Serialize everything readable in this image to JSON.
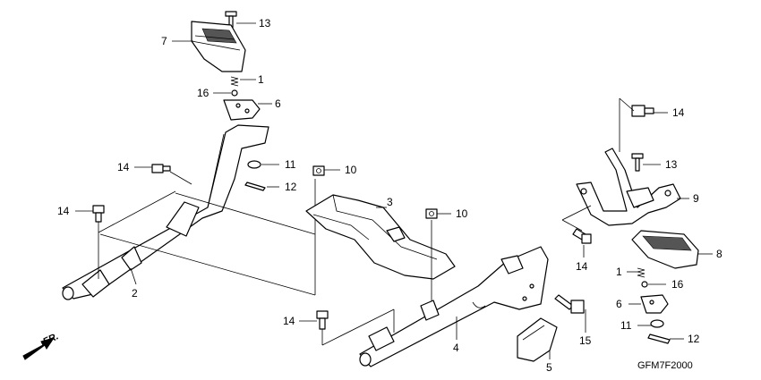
{
  "diagram": {
    "code": "GFM7F2000",
    "direction_label": "FR.",
    "callouts": [
      {
        "id": "c13a",
        "label": "13"
      },
      {
        "id": "c7",
        "label": "7"
      },
      {
        "id": "c1a",
        "label": "1"
      },
      {
        "id": "c16a",
        "label": "16"
      },
      {
        "id": "c6a",
        "label": "6"
      },
      {
        "id": "c14a",
        "label": "14"
      },
      {
        "id": "c11a",
        "label": "11"
      },
      {
        "id": "c12a",
        "label": "12"
      },
      {
        "id": "c14b",
        "label": "14"
      },
      {
        "id": "c2",
        "label": "2"
      },
      {
        "id": "c10a",
        "label": "10"
      },
      {
        "id": "c3",
        "label": "3"
      },
      {
        "id": "c10b",
        "label": "10"
      },
      {
        "id": "c14c",
        "label": "14"
      },
      {
        "id": "c4",
        "label": "4"
      },
      {
        "id": "c5",
        "label": "5"
      },
      {
        "id": "c15",
        "label": "15"
      },
      {
        "id": "c14d",
        "label": "14"
      },
      {
        "id": "c13b",
        "label": "13"
      },
      {
        "id": "c9",
        "label": "9"
      },
      {
        "id": "c14e",
        "label": "14"
      },
      {
        "id": "c8",
        "label": "8"
      },
      {
        "id": "c1b",
        "label": "1"
      },
      {
        "id": "c16b",
        "label": "16"
      },
      {
        "id": "c6b",
        "label": "6"
      },
      {
        "id": "c11b",
        "label": "11"
      },
      {
        "id": "c12b",
        "label": "12"
      }
    ]
  }
}
